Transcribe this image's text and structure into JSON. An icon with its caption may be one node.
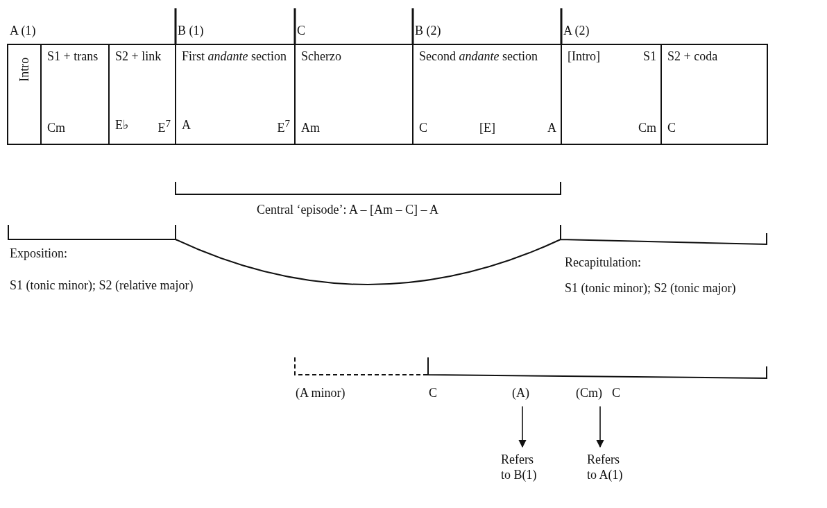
{
  "diagram": {
    "nodes": [
      {
        "text": [
          "Intro"
        ]
      },
      {
        "text": [
          "S1 + trans",
          "Cm"
        ]
      },
      {
        "text": [
          "S2 + link",
          "E♭",
          "E$^{7}$"
        ]
      },
      {
        "text": [
          "First *andante* section",
          "A",
          "E$^{7}$"
        ]
      },
      {
        "text": [
          "Scherzo",
          "Am"
        ]
      },
      {
        "text": [
          "Second *andante* section",
          "C",
          "[E]",
          "A"
        ]
      },
      {
        "text": [
          "[Intro]",
          "S1",
          "Cm"
        ]
      },
      {
        "text": [
          "S2 + coda",
          "C"
        ]
      },
      {
        "text": [
          "(A)"
        ]
      },
      {
        "text": [
          "Refers to B(1)"
        ]
      },
      {
        "text": [
          "(Cm)"
        ]
      },
      {
        "text": [
          "Refers to A(1)"
        ]
      }
    ],
    "edges": [
      {
        "from": 8,
        "to": 9,
        "arrow": "to"
      },
      {
        "from": 10,
        "to": 11,
        "arrow": "to"
      }
    ],
    "labels": [
      "A (1)",
      "B (1)",
      "C",
      "B (2)",
      "A (2)",
      "Central ‘episode’: A – [Am – C] – A",
      "Exposition:",
      "Recapitulation:",
      "S1 (tonic minor); S2 (relative major)",
      "S1 (tonic minor); S2 (tonic major)",
      "(A minor)",
      "C",
      "C"
    ]
  }
}
